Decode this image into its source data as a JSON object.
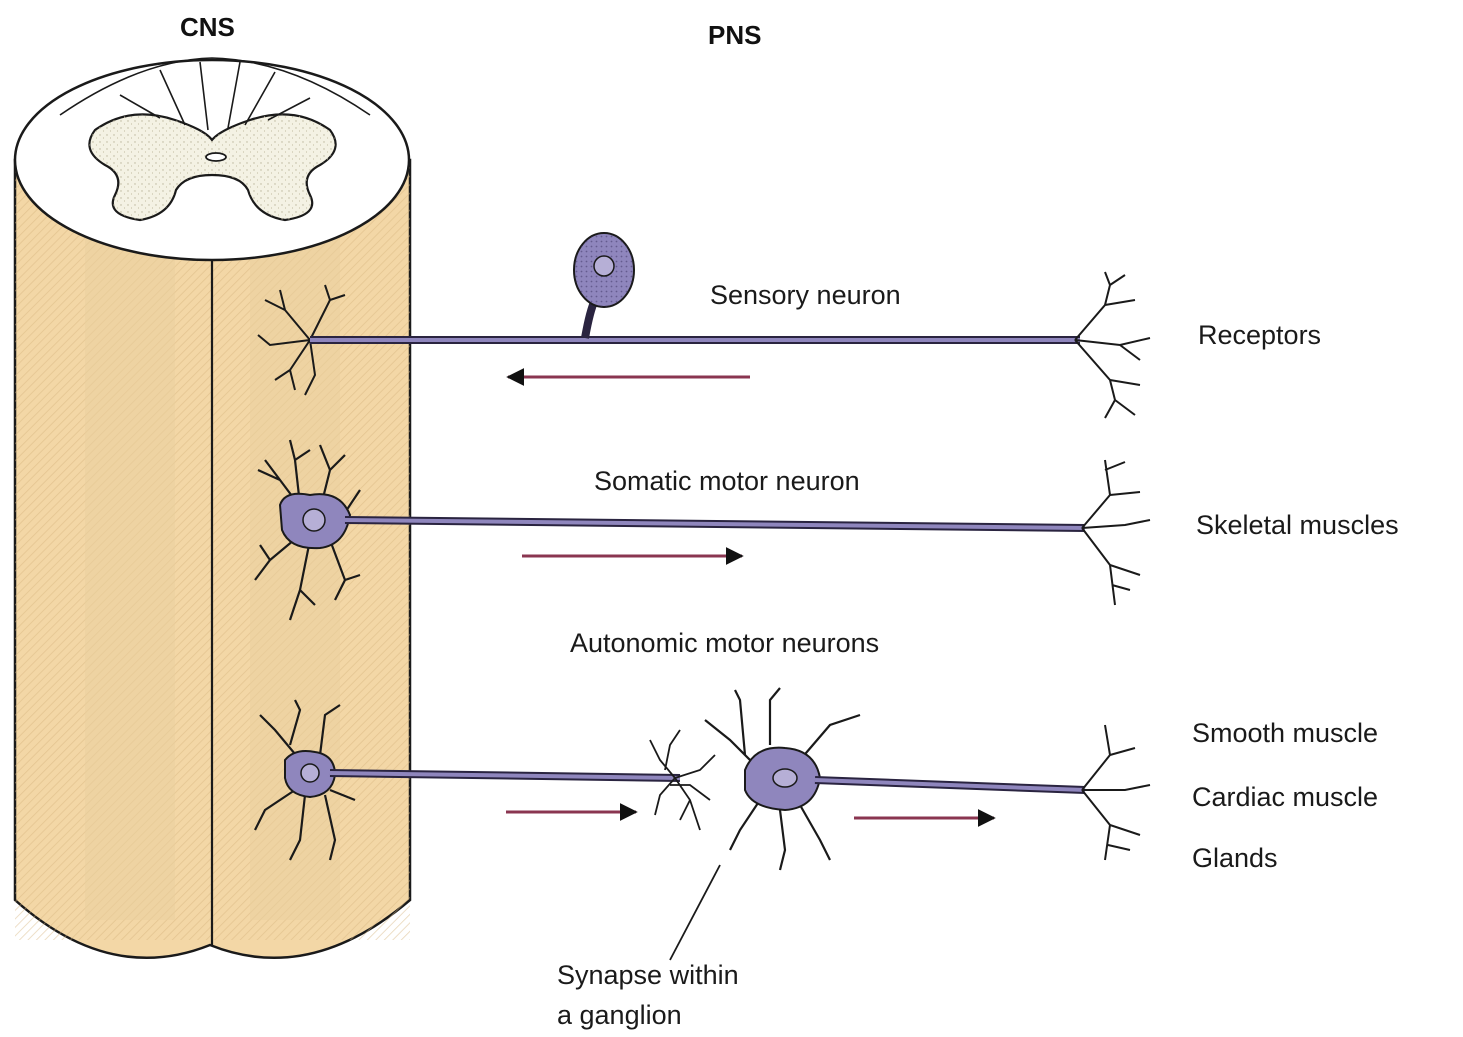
{
  "headings": {
    "cns": "CNS",
    "pns": "PNS"
  },
  "labels": {
    "sensory_neuron": "Sensory neuron",
    "somatic_motor_neuron": "Somatic motor neuron",
    "autonomic_motor_neurons": "Autonomic motor neurons",
    "synapse_line1": "Synapse within",
    "synapse_line2": "a ganglion"
  },
  "targets": {
    "receptors": "Receptors",
    "skeletal_muscles": "Skeletal muscles",
    "smooth_muscle": "Smooth muscle",
    "cardiac_muscle": "Cardiac muscle",
    "glands": "Glands"
  },
  "colors": {
    "spinal_cord": "#f3d7a6",
    "spinal_cord_shade": "#e6c48c",
    "gray_matter": "#f4f2e4",
    "neuron": "#8f86bd",
    "neuron_dark": "#2a2440",
    "arrow": "#8a3550"
  }
}
